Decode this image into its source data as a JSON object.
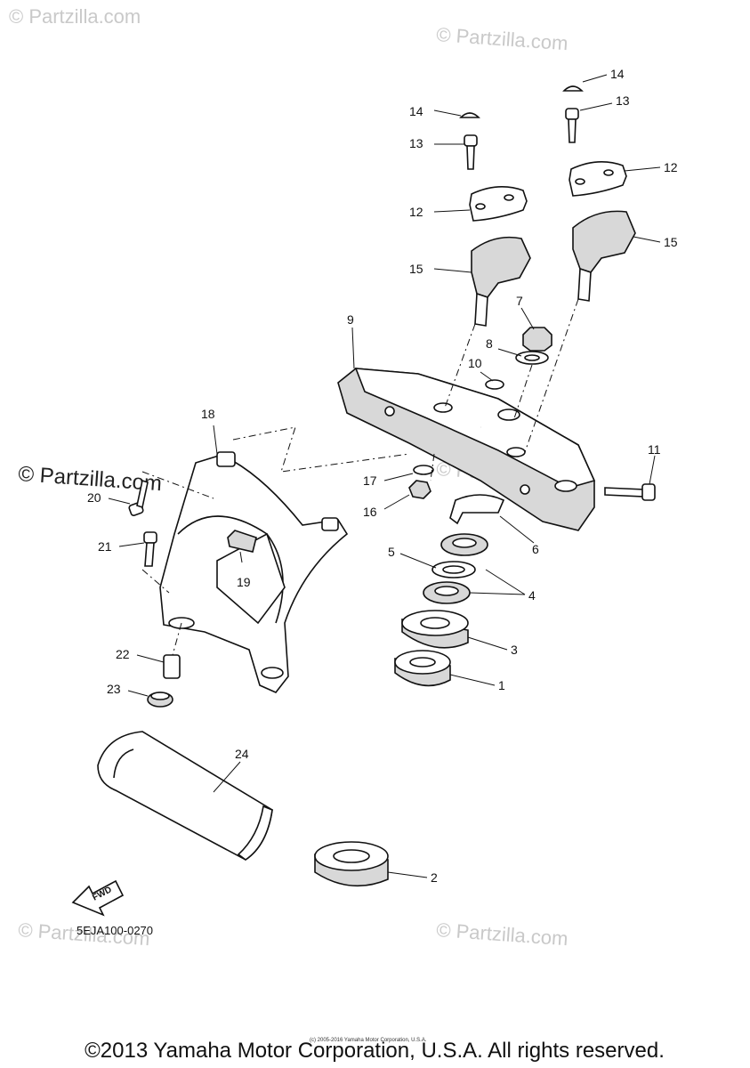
{
  "watermarks": [
    {
      "text": "© Partzilla.com",
      "big": false
    },
    {
      "text": "© Partzilla.com",
      "big": false
    },
    {
      "text": "© Partzilla.com",
      "big": true
    },
    {
      "text": "© Partzilla.com",
      "big": false
    },
    {
      "text": "© Partzilla.com",
      "big": false
    },
    {
      "text": "© Partzilla.com",
      "big": false
    }
  ],
  "callouts": [
    "14",
    "14",
    "13",
    "13",
    "12",
    "12",
    "15",
    "15",
    "7",
    "8",
    "9",
    "10",
    "11",
    "18",
    "17",
    "16",
    "20",
    "6",
    "21",
    "5",
    "4",
    "19",
    "3",
    "22",
    "1",
    "23",
    "24",
    "2"
  ],
  "fwd_label": "FWD",
  "diagram_code": "5EJA100-0270",
  "tiny_notice": "(c) 2005-2016 Yamaha Motor Corporation, U.S.A.",
  "copyright": "©2013 Yamaha Motor Corporation, U.S.A. All rights reserved."
}
